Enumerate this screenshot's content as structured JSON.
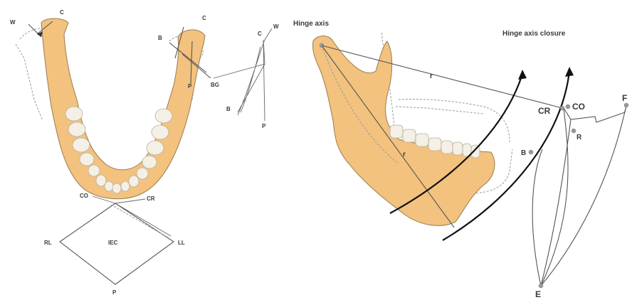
{
  "labels": {
    "left_w": "W",
    "left_c": "C",
    "right_c": "C",
    "right_b": "B",
    "right_p": "P",
    "bg": "BG",
    "tr_c": "C",
    "tr_w": "W",
    "tr_b": "B",
    "tr_p": "P",
    "co_small": "CO",
    "cr_small": "CR",
    "rl": "RL",
    "iec": "IEC",
    "ll": "LL",
    "p_bottom": "P",
    "hinge_axis": "Hinge axis",
    "hinge_axis_closure": "Hinge axis closure",
    "r_upper": "r",
    "r_lower": "r",
    "cr": "CR",
    "co": "CO",
    "f": "F",
    "r_point": "R",
    "b_point": "B",
    "e_point": "E"
  }
}
